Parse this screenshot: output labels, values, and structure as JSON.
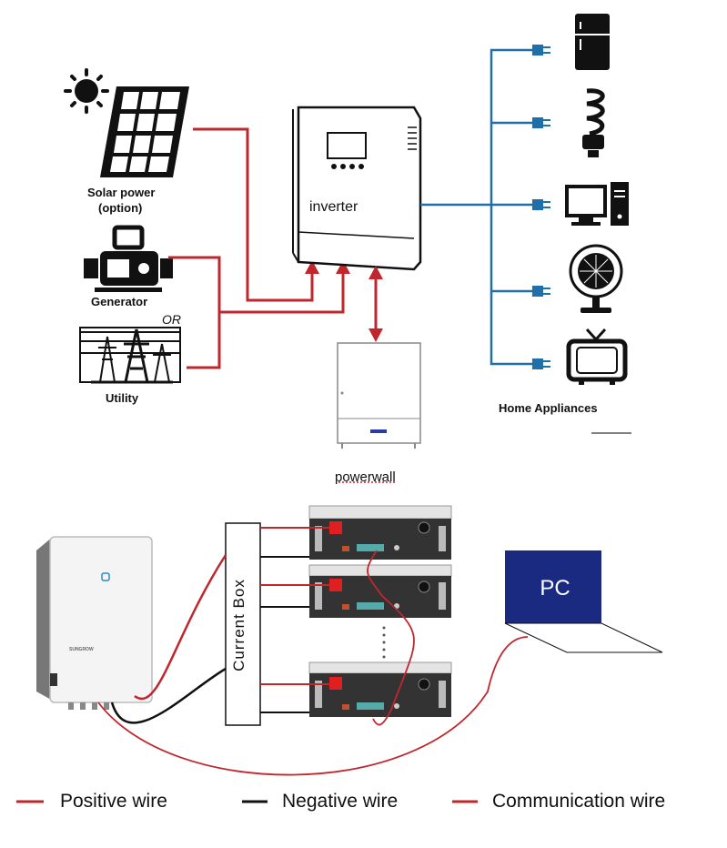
{
  "top": {
    "solar_label_1": "Solar power",
    "solar_label_2": "(option)",
    "generator_label": "Generator",
    "or_label": "OR",
    "utility_label": "Utility",
    "inverter_label": "inverter",
    "powerwall_label": "powerwall",
    "appliances_label": "Home Appliances"
  },
  "bottom": {
    "current_box_label": "Current Box",
    "pc_label": "PC",
    "inverter_brand": "SUNGROW"
  },
  "legend": {
    "positive": "Positive wire",
    "negative": "Negative wire",
    "communication": "Communication wire"
  },
  "colors": {
    "positive": "#c0272d",
    "negative": "#111111",
    "communication": "#c0272d",
    "ac_line": "#1f6fa8",
    "pc_screen": "#1a2a80"
  },
  "icons": [
    "sun-icon",
    "solar-panel-icon",
    "generator-icon",
    "utility-tower-icon",
    "fridge-icon",
    "lamp-icon",
    "computer-icon",
    "fan-icon",
    "tv-icon"
  ]
}
